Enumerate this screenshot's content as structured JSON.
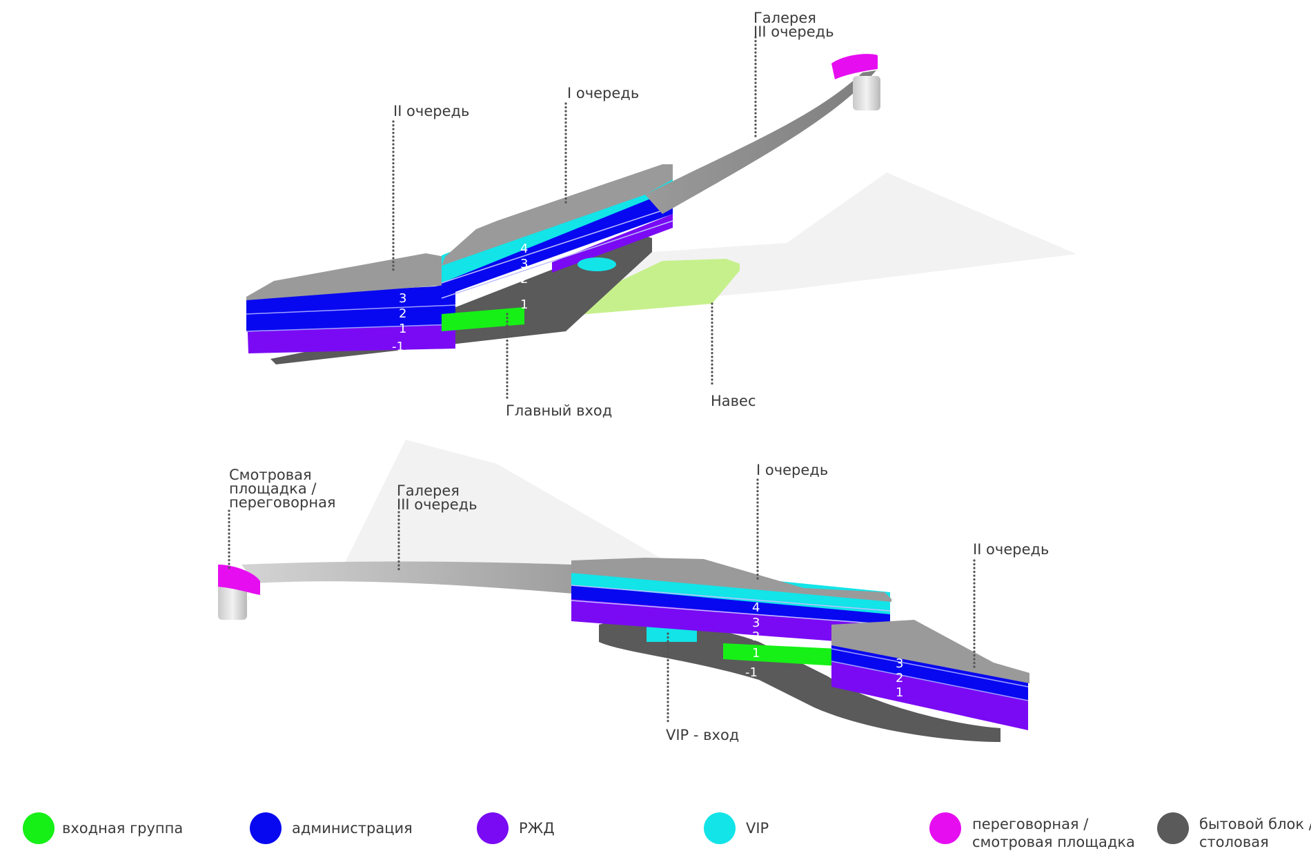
{
  "top_view": {
    "labels": {
      "gallery_line1": "Галерея",
      "gallery_line2": "III очередь",
      "phase1": "I очередь",
      "phase2": "II очередь",
      "main_entrance": "Главный вход",
      "canopy": "Навес"
    },
    "floors_phase2": [
      "3",
      "2",
      "1",
      "-1"
    ],
    "floors_phase1": [
      "4",
      "3",
      "2",
      "1"
    ]
  },
  "bottom_view": {
    "labels": {
      "observation_line1": "Смотровая",
      "observation_line2": "площадка /",
      "observation_line3": "переговорная",
      "gallery_line1": "Галерея",
      "gallery_line2": "III очередь",
      "phase1": "I очередь",
      "phase2": "II очередь",
      "vip_entrance": "VIP - вход"
    },
    "floors_phase1": [
      "4",
      "3",
      "2",
      "1",
      "-1"
    ],
    "floors_phase2": [
      "3",
      "2",
      "1"
    ]
  },
  "legend": [
    {
      "color": "#16f016",
      "line1": "входная группа",
      "line2": ""
    },
    {
      "color": "#0808f0",
      "line1": "администрация",
      "line2": ""
    },
    {
      "color": "#7a0af4",
      "line1": "РЖД",
      "line2": ""
    },
    {
      "color": "#12e4e8",
      "line1": "VIP",
      "line2": ""
    },
    {
      "color": "#e60ef0",
      "line1": "переговорная /",
      "line2": "смотровая площадка"
    },
    {
      "color": "#5a5a5a",
      "line1": "бытовой блок /",
      "line2": "столовая"
    }
  ]
}
